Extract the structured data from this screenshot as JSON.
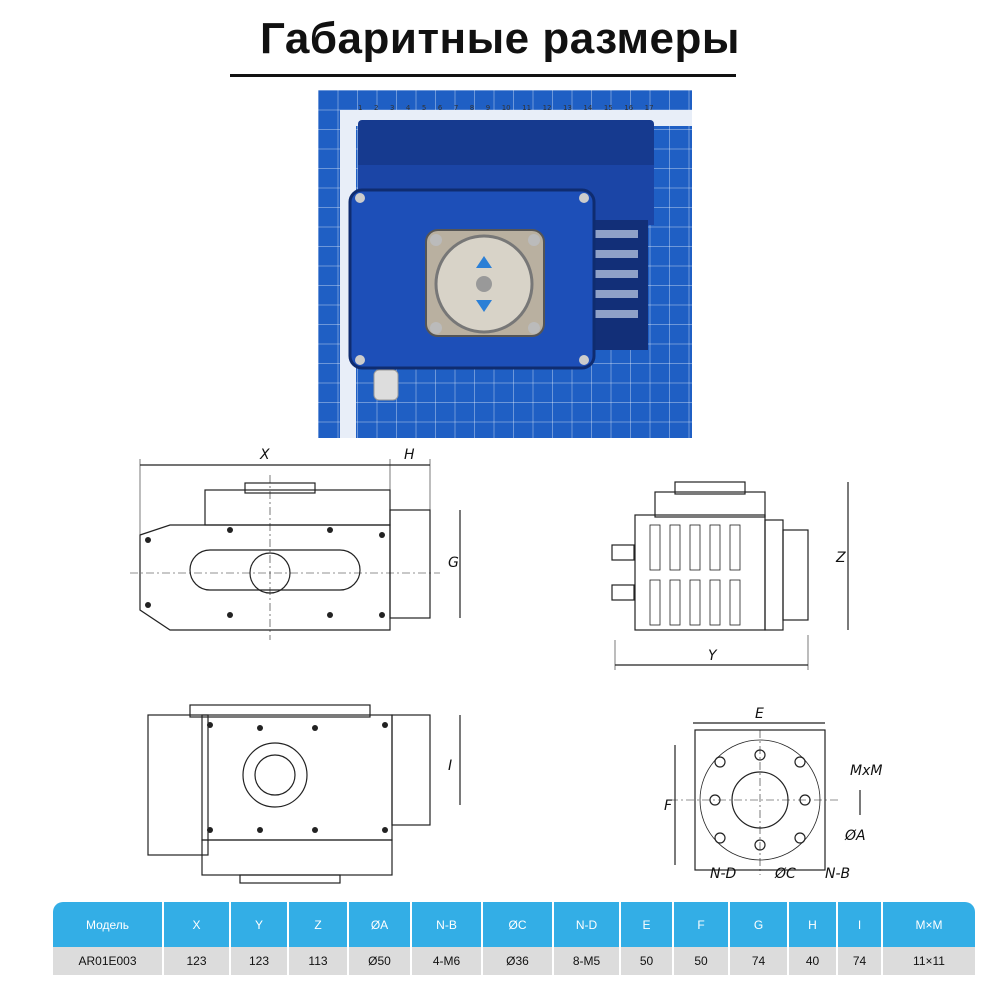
{
  "title": "Габаритные размеры",
  "colors": {
    "table_header": "#33aee6",
    "table_row": "#dcdcdc",
    "photo_bg": "#1f5fc4",
    "actuator": "#1a3f9a"
  },
  "ruler_labels": [
    "1",
    "2",
    "3",
    "4",
    "5",
    "6",
    "7",
    "8",
    "9",
    "10",
    "11",
    "12",
    "13",
    "14",
    "15",
    "16",
    "17"
  ],
  "drawing_labels": {
    "x": "X",
    "h": "H",
    "g": "G",
    "y": "Y",
    "z": "Z",
    "i": "I",
    "e": "E",
    "f": "F",
    "mxm": "MxM",
    "a": "ØA",
    "nb": "N-B",
    "c": "ØC",
    "nd": "N-D"
  },
  "table": {
    "headers": [
      "Модель",
      "X",
      "Y",
      "Z",
      "ØA",
      "N-B",
      "ØC",
      "N-D",
      "E",
      "F",
      "G",
      "H",
      "I",
      "M×M"
    ],
    "rows": [
      [
        "AR01E003",
        "123",
        "123",
        "113",
        "Ø50",
        "4-M6",
        "Ø36",
        "8-M5",
        "50",
        "50",
        "74",
        "40",
        "74",
        "11×11"
      ]
    ]
  }
}
